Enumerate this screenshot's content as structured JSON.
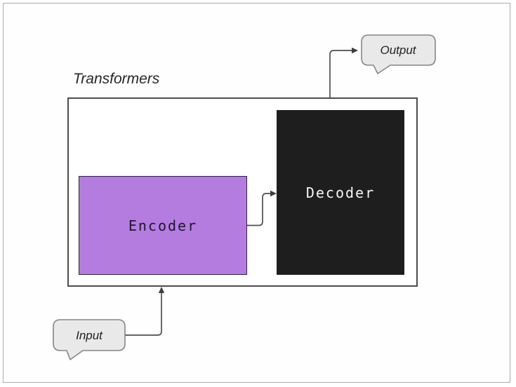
{
  "title": "Transformers",
  "boxes": {
    "encoder": {
      "label": "Encoder",
      "fill": "#b57ce0",
      "text_color": "#1d1530"
    },
    "decoder": {
      "label": "Decoder",
      "fill": "#1e1e1e",
      "text_color": "#f5f5f5"
    }
  },
  "bubbles": {
    "input": {
      "label": "Input"
    },
    "output": {
      "label": "Output"
    }
  },
  "colors": {
    "connector": "#4f4f4f",
    "arrowhead": "#3d3d3d",
    "outer_box_border": "#4c4c4c",
    "bubble_fill": "#e9e9e9",
    "bubble_border": "#868686",
    "page_border": "#ababab",
    "title_text": "#262626"
  }
}
